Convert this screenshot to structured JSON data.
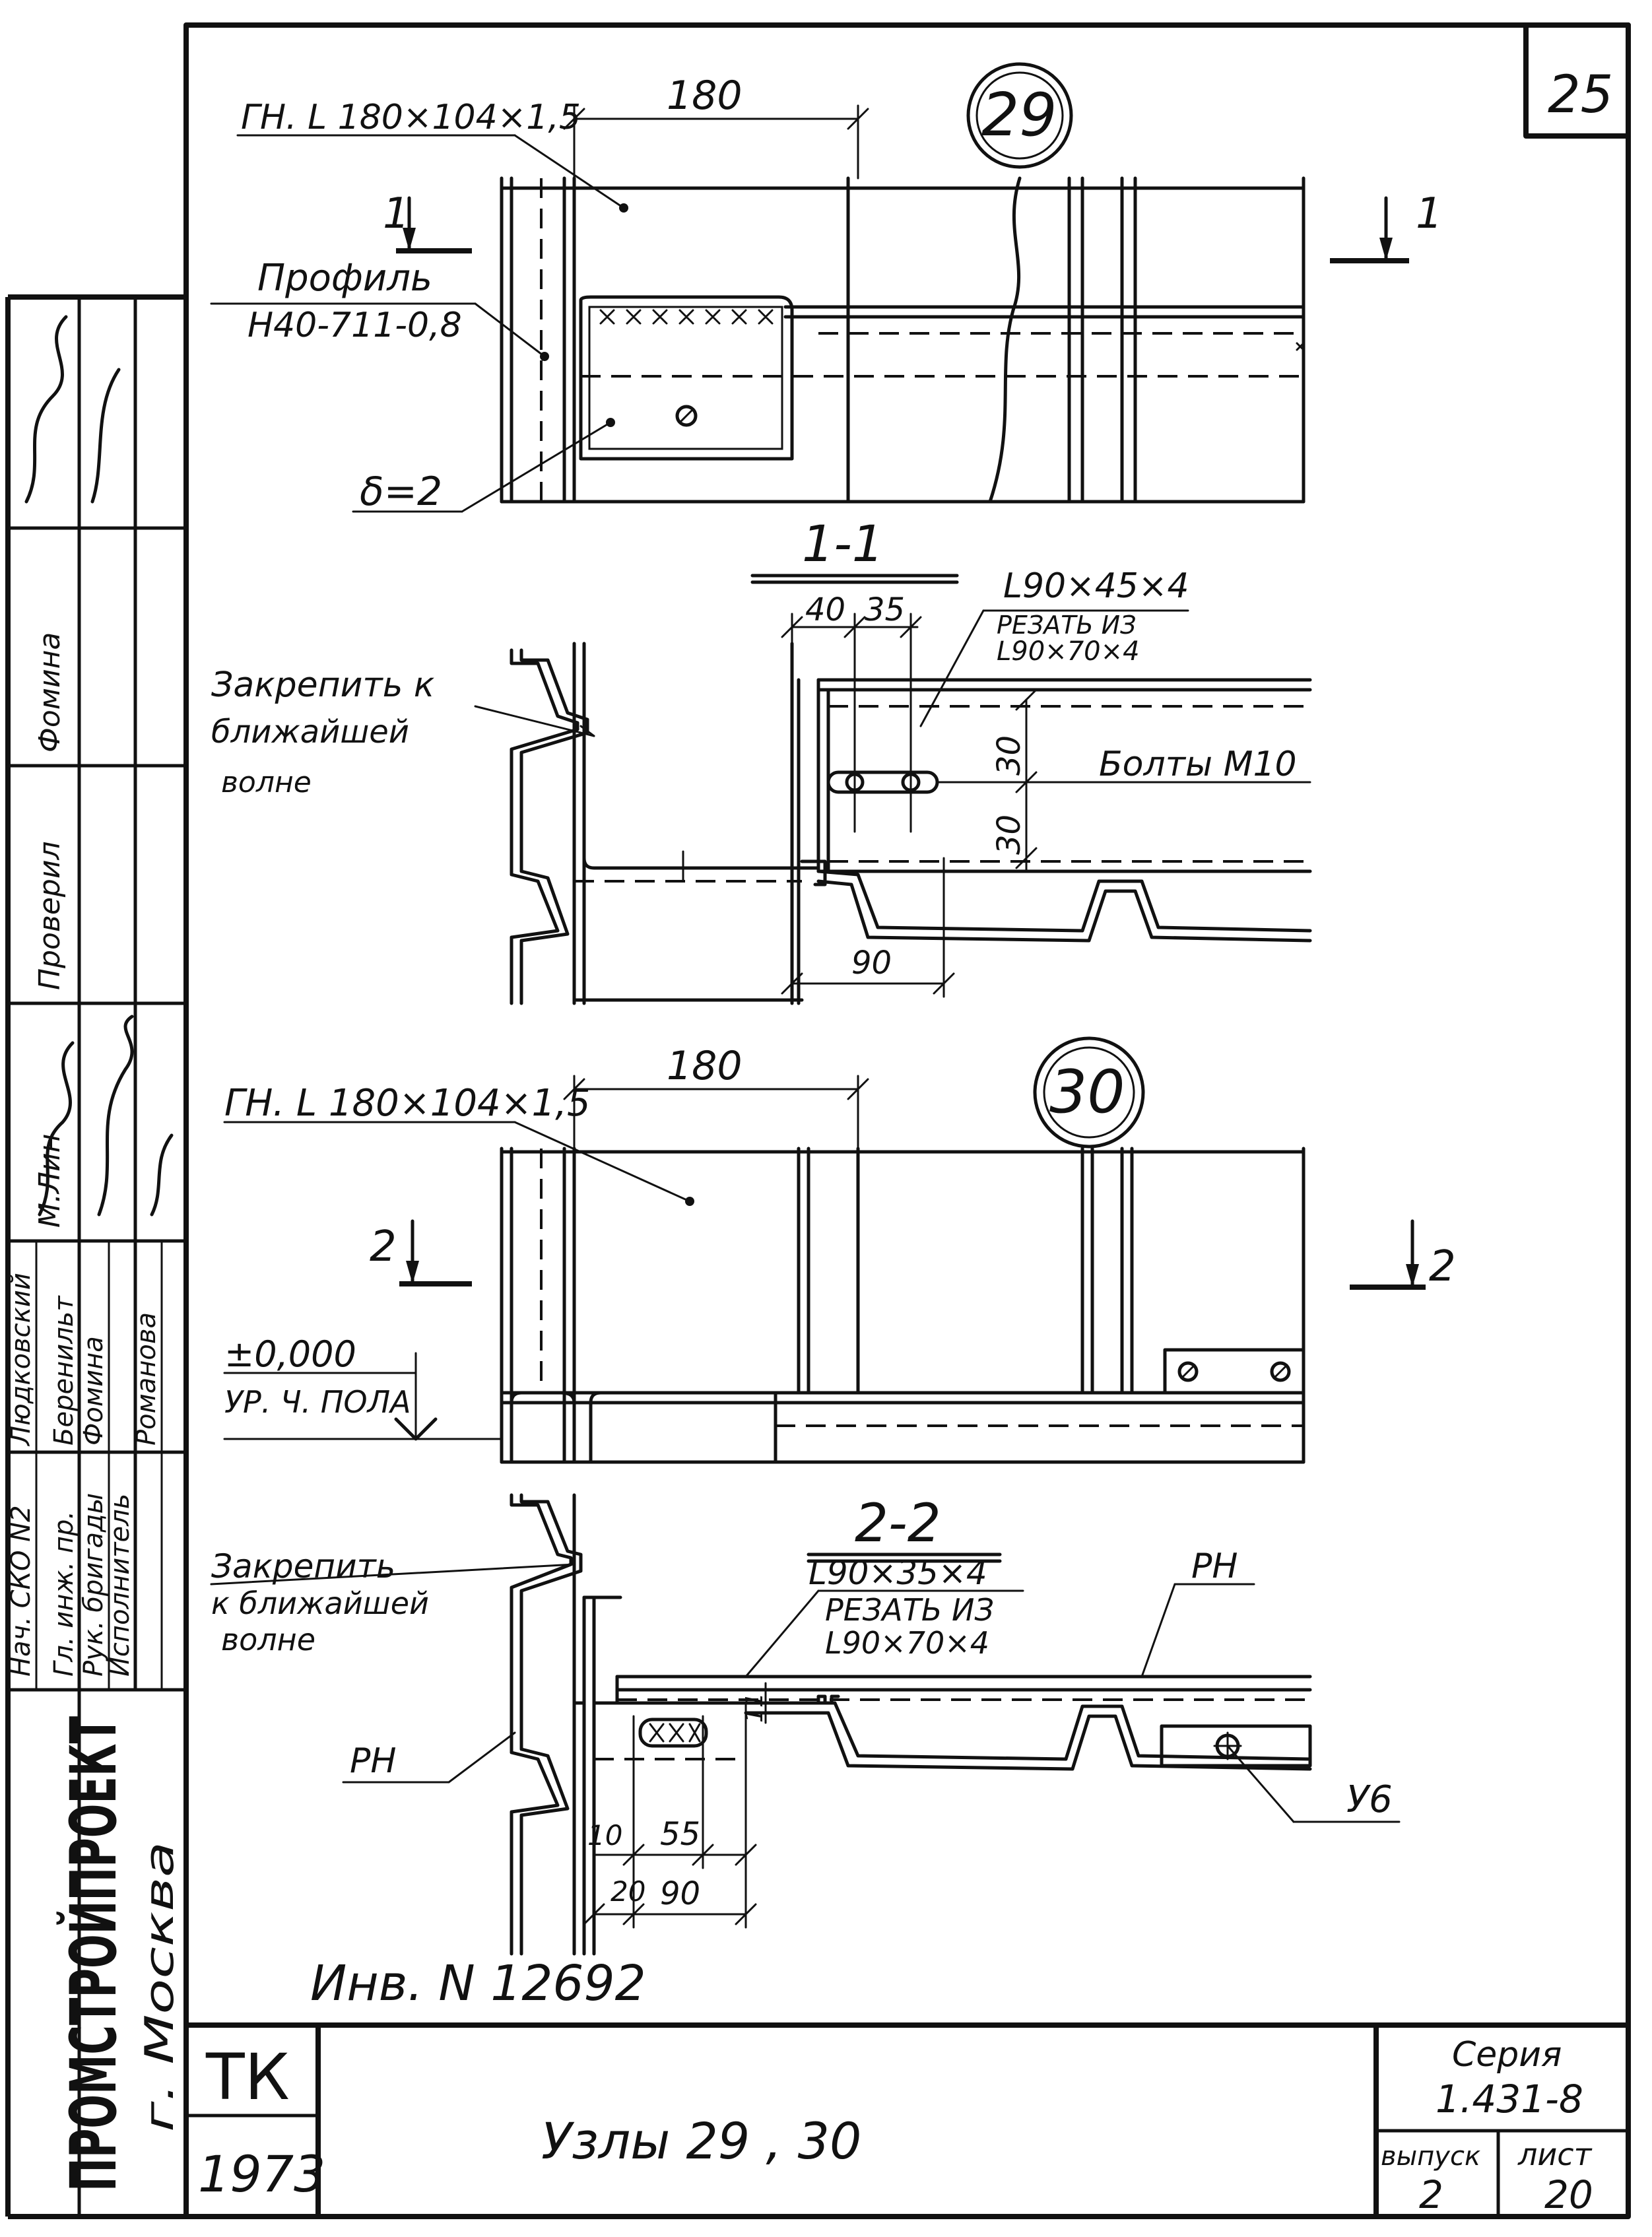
{
  "sheet_corner_number": "25",
  "node_29": {
    "bubble": "29",
    "dim_top": "180",
    "leader_angle": "ГН. L 180×104×1,5",
    "profile_label_line1": "Профиль",
    "profile_label_line2": "Н40-711-0,8",
    "thickness": "δ=2",
    "cut_mark_left": "1",
    "cut_mark_right": "1"
  },
  "section_1_1": {
    "title": "1-1",
    "angle_label": "L90×45×4",
    "cut_from_line1": "РЕЗАТЬ ИЗ",
    "cut_from_line2": "L90×70×4",
    "dim_40": "40",
    "dim_35": "35",
    "dim_30a": "30",
    "dim_30b": "30",
    "dim_90": "90",
    "bolts": "Болты М10",
    "fix_line1": "Закрепить к",
    "fix_line2": "ближайшей",
    "fix_line3": "волне"
  },
  "node_30": {
    "bubble": "30",
    "dim_top": "180",
    "leader_angle": "ГН. L 180×104×1,5",
    "level": "±0,000",
    "level_note": "УР. Ч. ПОЛА",
    "cut_mark_left": "2",
    "cut_mark_right": "2"
  },
  "section_2_2": {
    "title": "2-2",
    "angle_label": "L90×35×4",
    "cut_from_line1": "РЕЗАТЬ ИЗ",
    "cut_from_line2": "L90×70×4",
    "rn_top": "РН",
    "rn_left": "РН",
    "fix_line1": "Закрепить",
    "fix_line2": "к ближайшей",
    "fix_line3": "волне",
    "dim_10": "10",
    "dim_20": "20",
    "dim_55": "55",
    "dim_90": "90",
    "dim_11": "11",
    "u6": "У6"
  },
  "inventory": "Инв. N 12692",
  "title_block": {
    "org_code": "ТК",
    "year": "1973",
    "title": "Узлы 29 , 30",
    "series_label": "Серия",
    "series_value": "1.431-8",
    "issue_label": "выпуск",
    "sheet_label": "лист",
    "issue_value": "2",
    "sheet_value": "20"
  },
  "side_stamp": {
    "org": "ПРОМСТРОЙПРОЕКТ",
    "city": "г. Москва",
    "roles": [
      "Нач. СКО N2",
      "Гл. инж. пр.",
      "Рук. бригады",
      "Исполнитель"
    ],
    "names": [
      "Людковский",
      "Беренильт",
      "Фомина",
      "Романова"
    ],
    "extra": [
      "М.Лин",
      "Проверил",
      "Фомина"
    ]
  },
  "colors": {
    "ink": "#111111",
    "paper": "#ffffff"
  }
}
